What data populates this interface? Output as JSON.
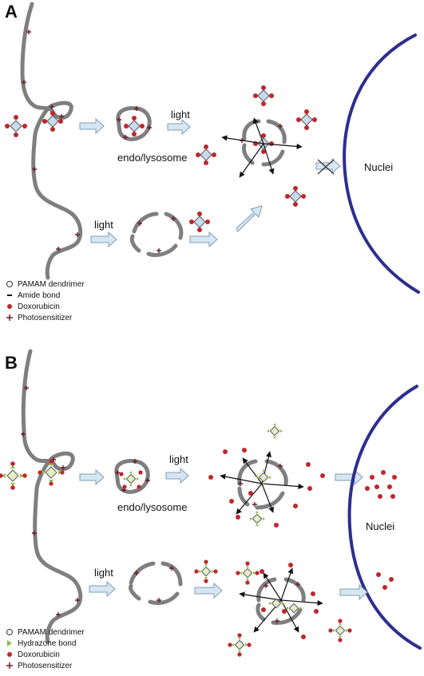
{
  "panelA": {
    "letter": "A",
    "light_upper": "light",
    "light_lower": "light",
    "endo_label": "endo/lysosome",
    "nuclei_label": "Nuclei",
    "legend": [
      {
        "symbol": "circle-open",
        "text": "PAMAM dendrimer"
      },
      {
        "symbol": "dash",
        "text": "Amide bond"
      },
      {
        "symbol": "dot-red",
        "text": "Doxorubicin"
      },
      {
        "symbol": "cross",
        "text": "Photosensitizer"
      }
    ]
  },
  "panelB": {
    "letter": "B",
    "light_upper": "light",
    "light_lower": "light",
    "endo_label": "endo/lysosome",
    "nuclei_label": "Nuclei",
    "legend": [
      {
        "symbol": "circle-open",
        "text": "PAMAM dendrimer"
      },
      {
        "symbol": "triangle-green",
        "text": "Hydrazone bond"
      },
      {
        "symbol": "dot-red",
        "text": "Doxorubicin"
      },
      {
        "symbol": "cross",
        "text": "Photosensitizer"
      }
    ]
  },
  "colors": {
    "membrane": "#7f7f7f",
    "nucleus": "#2e2e8f",
    "doxorubicin": "#c0262d",
    "dendrimer": "#c9d9ee",
    "hydrazone": "#8cbf3f",
    "photosensitizer": "#6b1f2a",
    "arrow_fill": "#d6e6f2"
  }
}
